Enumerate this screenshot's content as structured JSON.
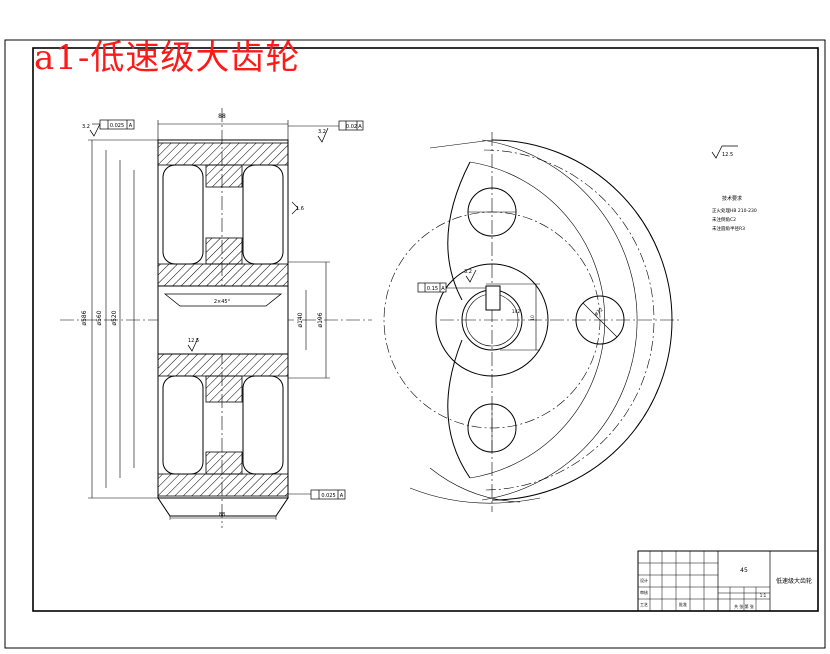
{
  "title": "a1-低速级大齿轮",
  "drawing": {
    "front_view": {
      "top_dim": "88",
      "outer_dia": "ø586",
      "dia_2": "ø560",
      "dia_3": "ø520",
      "bore_dia": "ø140",
      "hub_dia": "ø196",
      "runout_top_left": "0.025",
      "datum": "A",
      "runout_bottom_right": "0.025",
      "perp_top_right": "0.02",
      "bottom_dim": "88",
      "bore_note": "2×45°",
      "surface_mark_1": "3.2",
      "surface_mark_2": "1.6",
      "surface_mark_3": "12.5",
      "surface_mark_4": "3.2"
    },
    "side_view": {
      "tolerance": "0.15",
      "datum": "A",
      "keyway_width": "10",
      "keyway_label": "142",
      "hole_label": "ø72",
      "surface_mark": "3.2"
    },
    "notes": {
      "roughness_other": "12.5",
      "heading": "技术要求",
      "line_1": "正火处理HB 210-230",
      "line_2": "未注倒角C2",
      "line_3": "未注圆角半径R3"
    },
    "title_block": {
      "part_name": "低速级大齿轮",
      "material": "45",
      "scale": "1:1",
      "sheet": "共 张 第 张",
      "designer": "设计",
      "checker": "审核",
      "process": "工艺",
      "approve": "批准"
    }
  }
}
